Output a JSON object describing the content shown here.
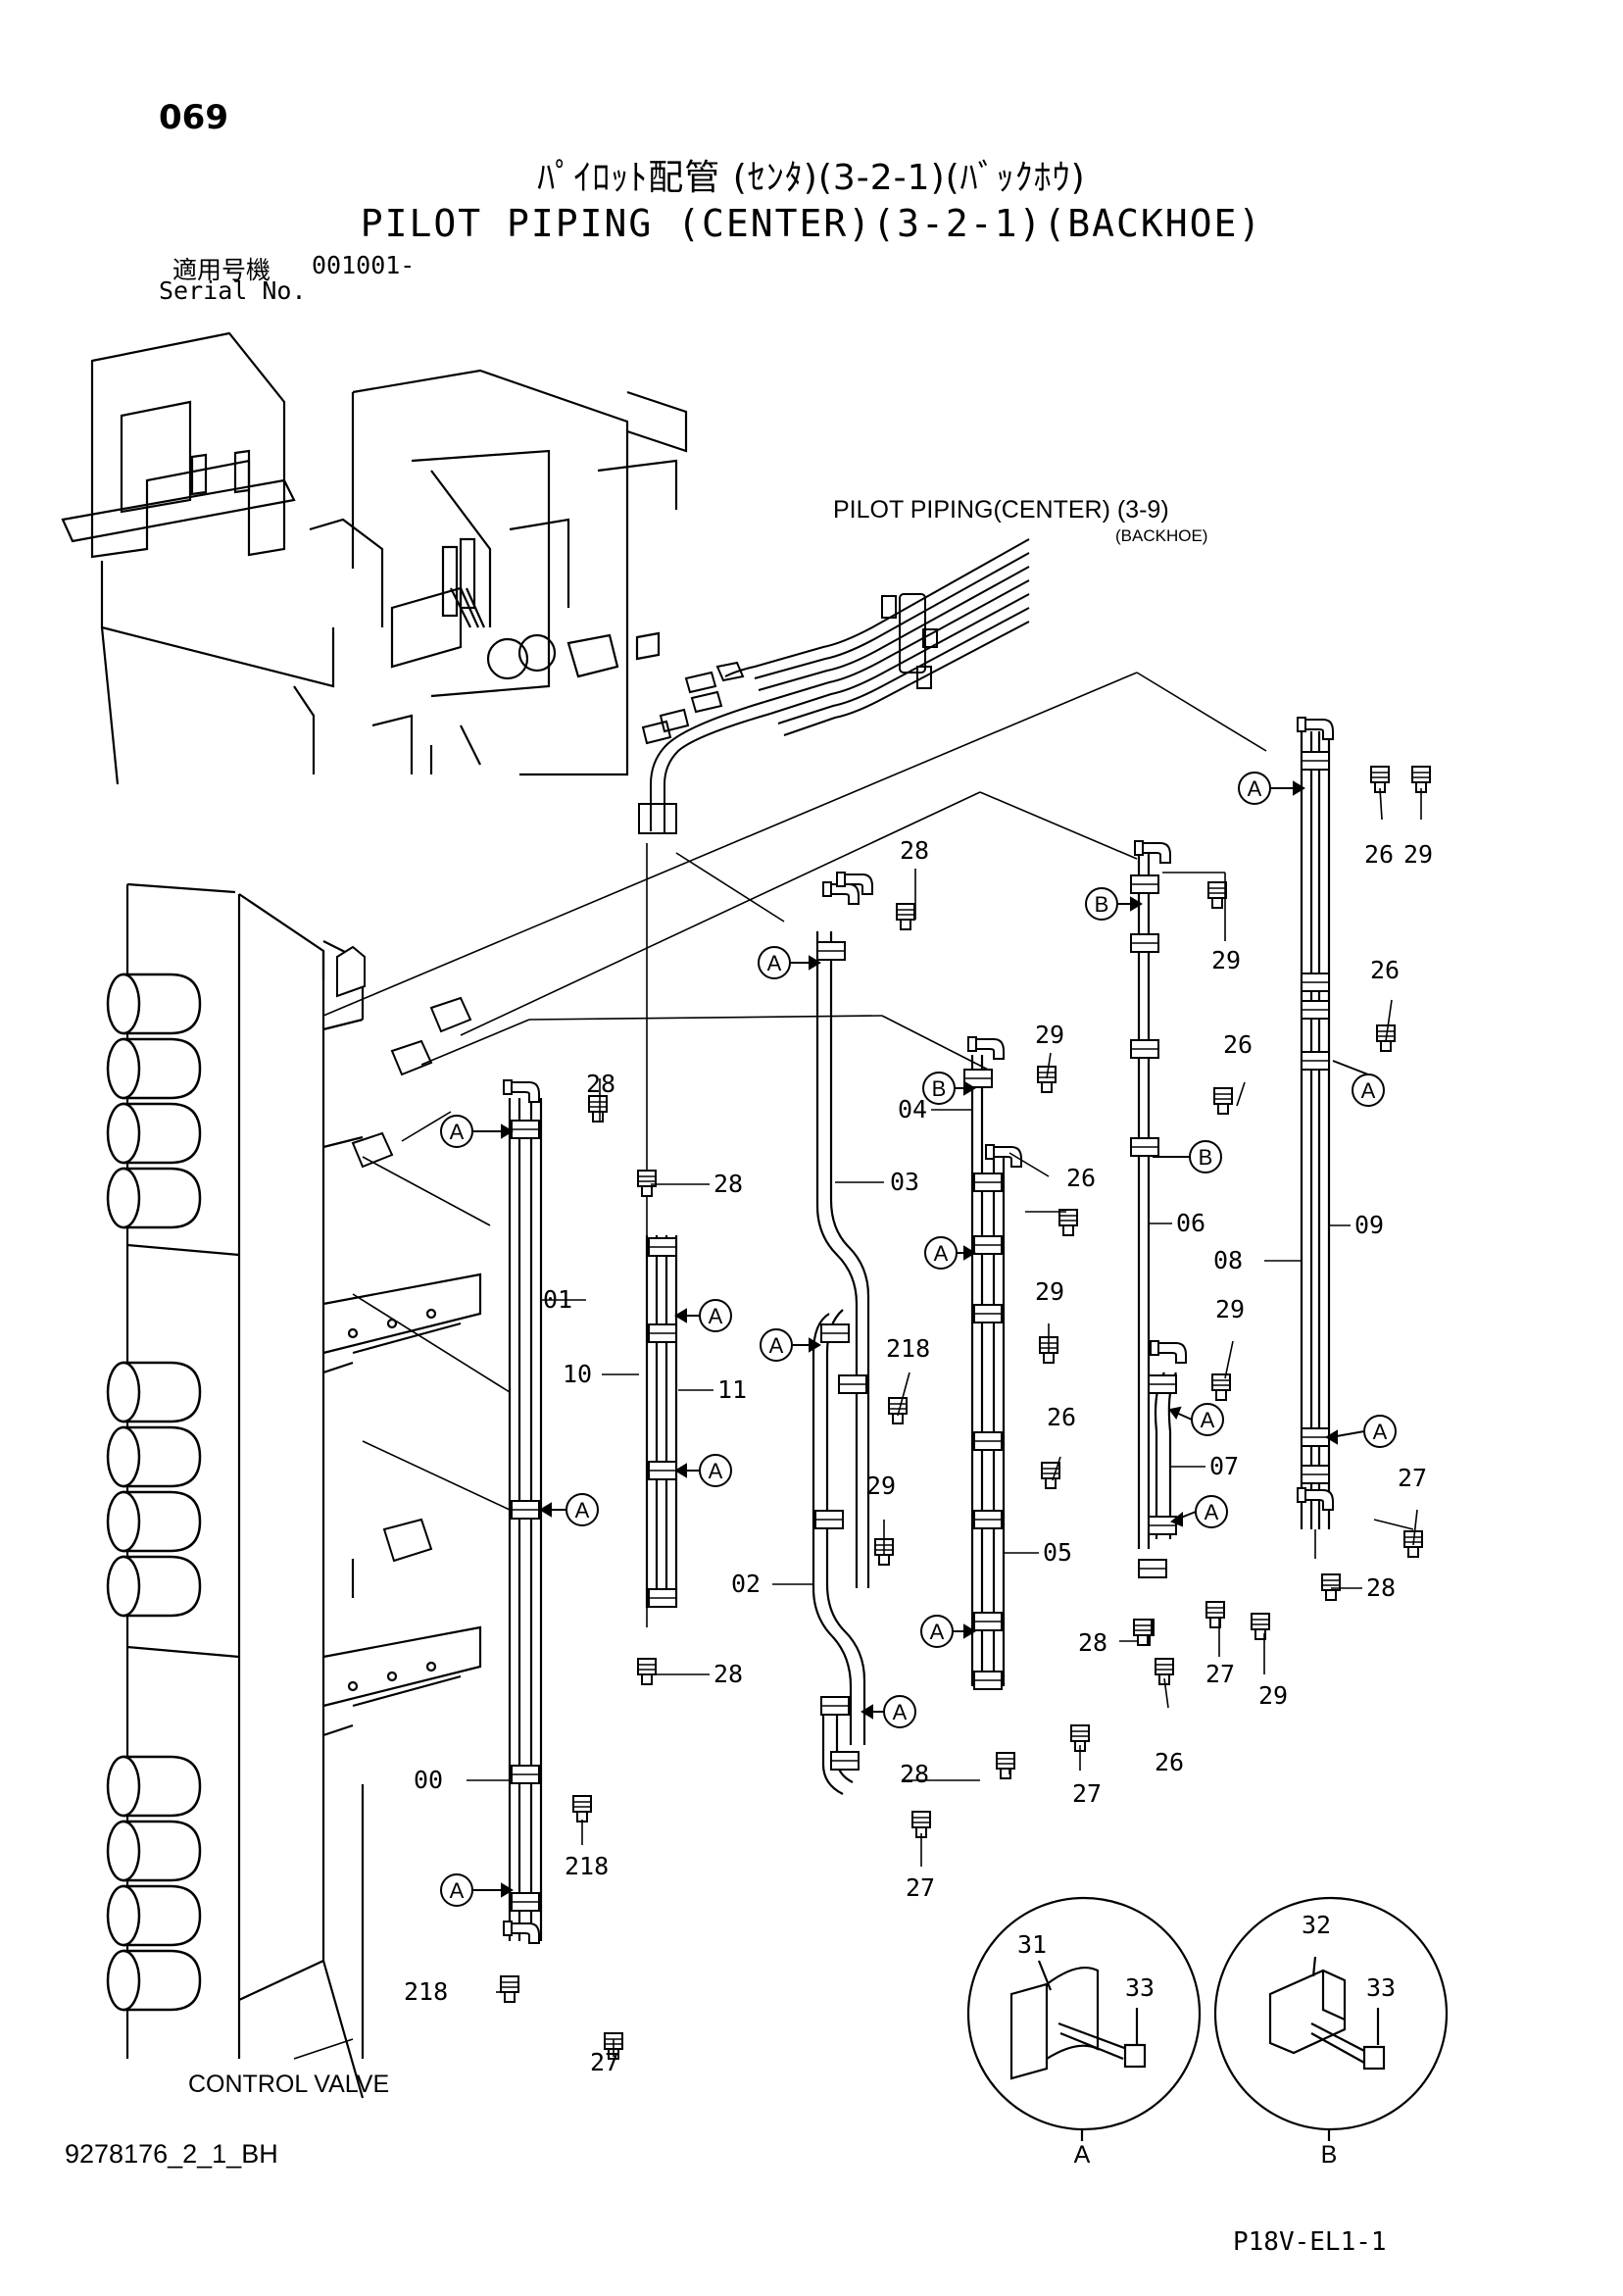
{
  "header": {
    "page_number": "069",
    "title_jp": "ﾊﾟｲﾛｯﾄ配管 (ｾﾝﾀ)(3-2-1)(ﾊﾞｯｸﾎｳ)",
    "title_en": "PILOT PIPING (CENTER)(3-2-1)(BACKHOE)",
    "serial_jp": "適用号機",
    "serial_value": "001001-",
    "serial_en": "Serial No."
  },
  "callouts": {
    "ref_title": "PILOT PIPING(CENTER) (3-9)",
    "ref_sub": "(BACKHOE)",
    "control_valve": "CONTROL VALVE"
  },
  "part_labels": [
    {
      "id": "p28a",
      "text": "28"
    },
    {
      "id": "p28b",
      "text": "28"
    },
    {
      "id": "p28c",
      "text": "28"
    },
    {
      "id": "p28d",
      "text": "28"
    },
    {
      "id": "p28e",
      "text": "28"
    },
    {
      "id": "p28f",
      "text": "28"
    },
    {
      "id": "p28g",
      "text": "28"
    },
    {
      "id": "p26a",
      "text": "26"
    },
    {
      "id": "p26b",
      "text": "26"
    },
    {
      "id": "p26c",
      "text": "26"
    },
    {
      "id": "p26d",
      "text": "26"
    },
    {
      "id": "p26e",
      "text": "26"
    },
    {
      "id": "p26f",
      "text": "26"
    },
    {
      "id": "p29a",
      "text": "29"
    },
    {
      "id": "p29b",
      "text": "29"
    },
    {
      "id": "p29c",
      "text": "29"
    },
    {
      "id": "p29d",
      "text": "29"
    },
    {
      "id": "p29e",
      "text": "29"
    },
    {
      "id": "p29f",
      "text": "29"
    },
    {
      "id": "p29g",
      "text": "29"
    },
    {
      "id": "p27a",
      "text": "27"
    },
    {
      "id": "p27b",
      "text": "27"
    },
    {
      "id": "p27c",
      "text": "27"
    },
    {
      "id": "p27d",
      "text": "27"
    },
    {
      "id": "p27e",
      "text": "27"
    },
    {
      "id": "p218a",
      "text": "218"
    },
    {
      "id": "p218b",
      "text": "218"
    },
    {
      "id": "p218c",
      "text": "218"
    },
    {
      "id": "p00",
      "text": "00"
    },
    {
      "id": "p01",
      "text": "01"
    },
    {
      "id": "p02",
      "text": "02"
    },
    {
      "id": "p03",
      "text": "03"
    },
    {
      "id": "p04",
      "text": "04"
    },
    {
      "id": "p05",
      "text": "05"
    },
    {
      "id": "p06",
      "text": "06"
    },
    {
      "id": "p07",
      "text": "07"
    },
    {
      "id": "p08",
      "text": "08"
    },
    {
      "id": "p09",
      "text": "09"
    },
    {
      "id": "p10",
      "text": "10"
    },
    {
      "id": "p11",
      "text": "11"
    },
    {
      "id": "p31",
      "text": "31"
    },
    {
      "id": "p32",
      "text": "32"
    },
    {
      "id": "p33a",
      "text": "33"
    },
    {
      "id": "p33b",
      "text": "33"
    }
  ],
  "detail_markers": {
    "a": "A",
    "b": "B"
  },
  "footer": {
    "doc_code": "9278176_2_1_BH",
    "page_code": "P18V-EL1-1"
  }
}
